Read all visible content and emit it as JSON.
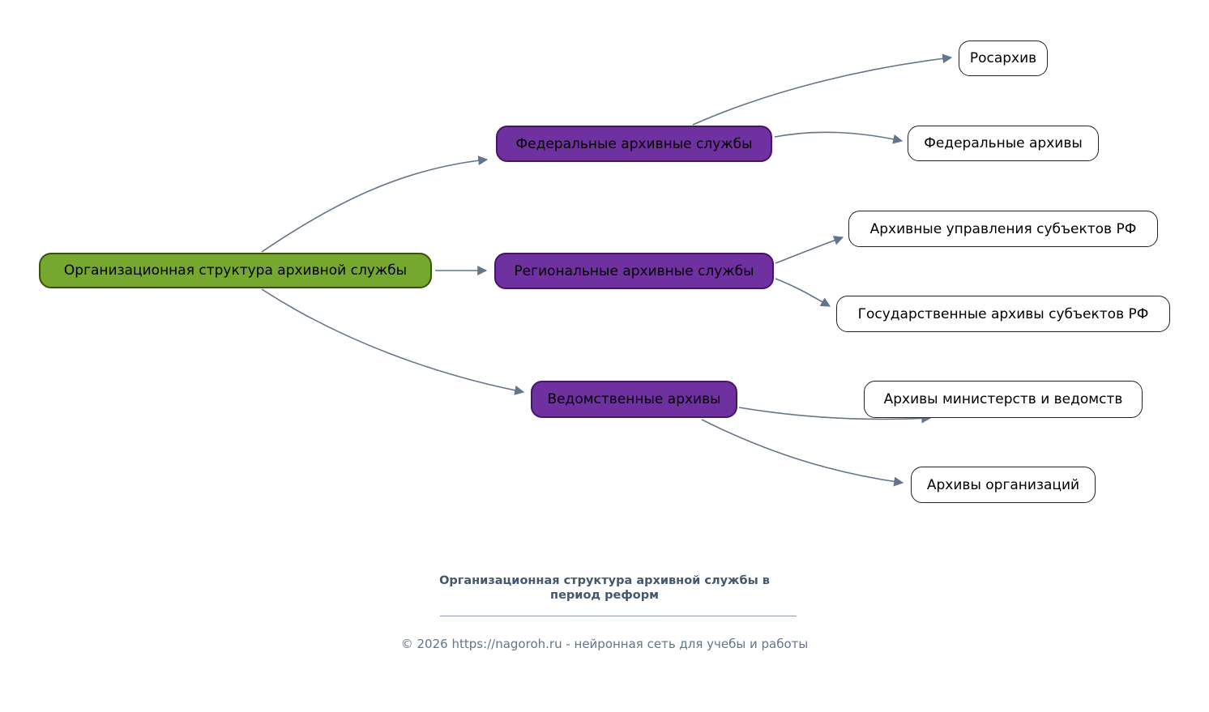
{
  "diagram": {
    "root": {
      "label": "Организационная структура архивной службы"
    },
    "branches": [
      {
        "label": "Федеральные архивные службы",
        "children": [
          {
            "label": "Росархив"
          },
          {
            "label": "Федеральные архивы"
          }
        ]
      },
      {
        "label": "Региональные архивные службы",
        "children": [
          {
            "label": "Архивные управления субъектов РФ"
          },
          {
            "label": "Государственные архивы субъектов РФ"
          }
        ]
      },
      {
        "label": "Ведомственные архивы",
        "children": [
          {
            "label": "Архивы министерств и ведомств"
          },
          {
            "label": "Архивы организаций"
          }
        ]
      }
    ]
  },
  "footer": {
    "title_line1": "Организационная структура архивной службы в",
    "title_line2": "период реформ",
    "copyright": "© 2026 https://nagoroh.ru - нейронная сеть для учебы и работы"
  },
  "colors": {
    "root_fill": "#76a72e",
    "root_border": "#37520d",
    "branch_fill": "#7031a0",
    "branch_border": "#45156b",
    "leaf_fill": "#ffffff",
    "leaf_border": "#222222",
    "arrow": "#64748b",
    "footer_title": "#44576d",
    "footer_copy": "#64748b"
  }
}
